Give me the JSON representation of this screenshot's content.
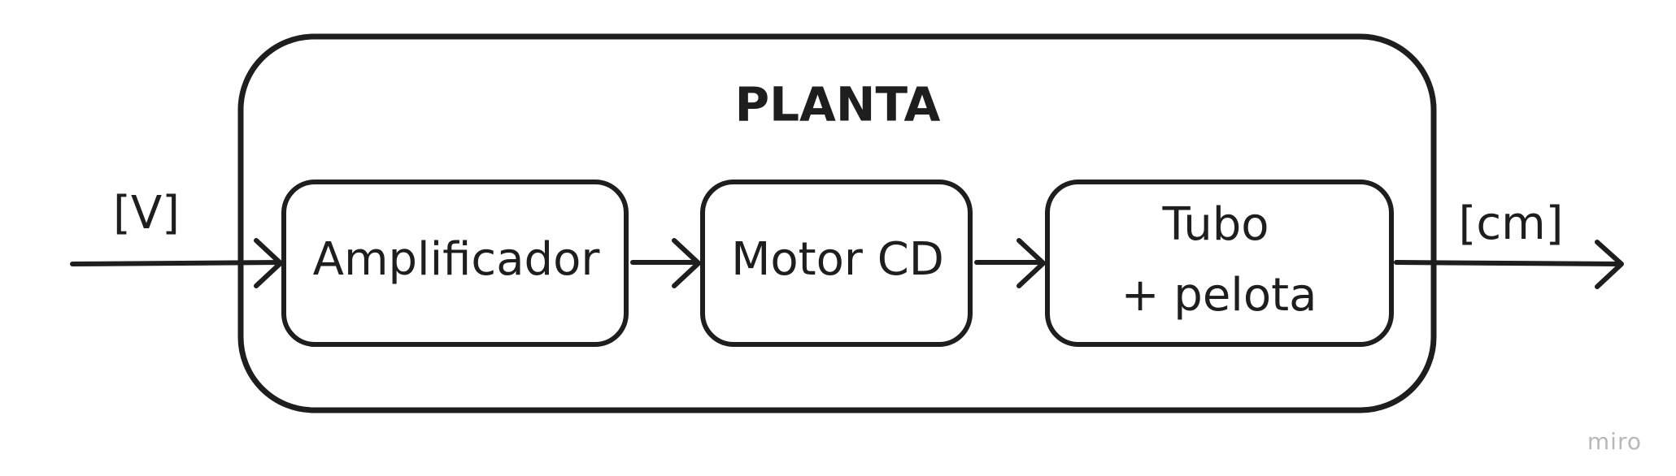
{
  "diagram": {
    "title": "PLANTA",
    "input_label": "[V]",
    "output_label": "[cm]",
    "blocks": [
      {
        "label": "Amplificador"
      },
      {
        "label": "Motor CD"
      },
      {
        "label_line1": "Tubo",
        "label_line2": "+ pelota"
      }
    ]
  },
  "watermark": "miro"
}
